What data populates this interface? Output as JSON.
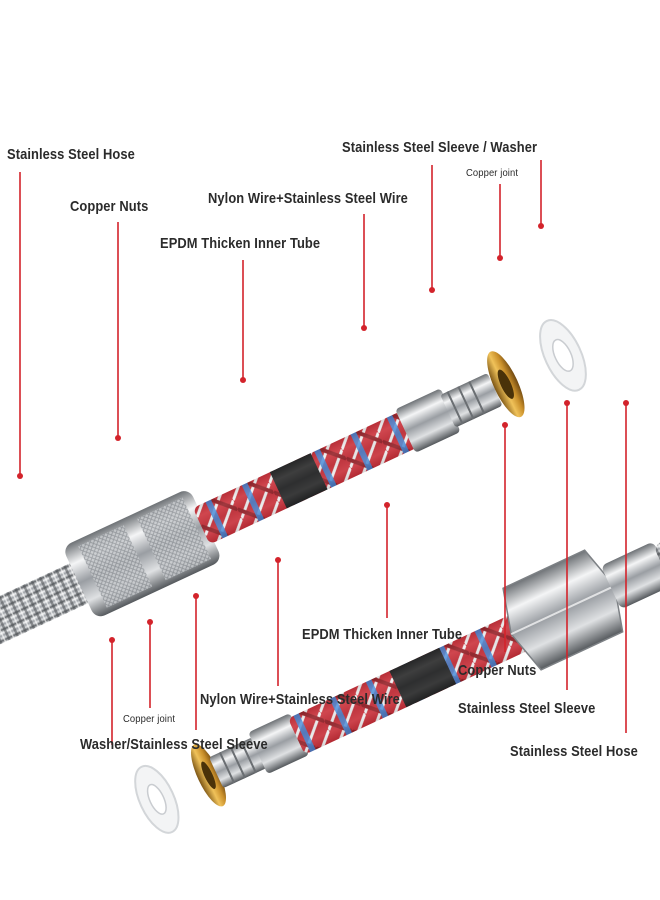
{
  "labels": {
    "hose_top": "Stainless Steel Hose",
    "nuts_top": "Copper Nuts",
    "nylon_top": "Nylon Wire+Stainless Steel Wire",
    "epdm_top": "EPDM Thicken Inner Tube",
    "sleeve_washer_top": "Stainless Steel Sleeve  / Washer",
    "joint_top": "Copper joint",
    "epdm_bottom": "EPDM Thicken Inner Tube",
    "nuts_bottom": "Copper Nuts",
    "sleeve_bottom": "Stainless Steel Sleeve",
    "hose_bottom": "Stainless Steel Hose",
    "nylon_bottom": "Nylon Wire+Stainless Steel Wire",
    "joint_bottom": "Copper joint",
    "washer_sleeve_bottom": "Washer/Stainless Steel Sleeve"
  },
  "colors": {
    "leader": "#d3232b",
    "braid_red": "#c8202a",
    "braid_blue": "#2f7fd8",
    "braid_black": "#1a1a1a",
    "steel": "#b9bcc0",
    "brass": "#c9962f",
    "label_text": "#2b2b2b"
  }
}
